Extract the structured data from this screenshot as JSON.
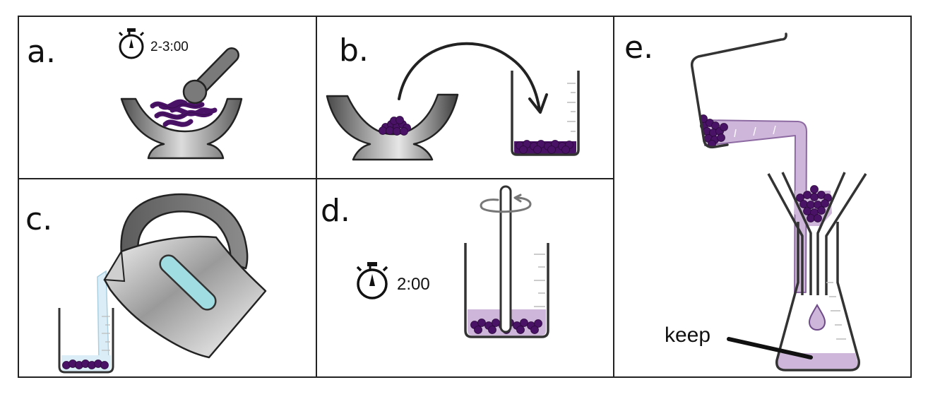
{
  "panels": {
    "a": {
      "letter": "a.",
      "timer_text": "2-3:00",
      "icons": [
        "stopwatch-icon",
        "mortar-icon",
        "pestle-icon",
        "tissue-strands"
      ]
    },
    "b": {
      "letter": "b.",
      "icons": [
        "mortar-icon",
        "transfer-arrow",
        "beaker-icon",
        "tissue-pellet"
      ]
    },
    "c": {
      "letter": "c.",
      "icons": [
        "kettle-icon",
        "water-stream",
        "beaker-icon"
      ]
    },
    "d": {
      "letter": "d.",
      "timer_text": "2:00",
      "icons": [
        "stopwatch-icon",
        "stir-rod",
        "rotation-arrow",
        "beaker-icon"
      ]
    },
    "e": {
      "letter": "e.",
      "keep_label": "keep",
      "icons": [
        "beaker-icon",
        "funnel-icon",
        "erlenmeyer-flask-icon",
        "droplet-icon"
      ]
    }
  },
  "colors": {
    "border": "#222222",
    "purple_dark": "#4a1266",
    "purple_light": "#cdb6d9",
    "water": "#dbeef7",
    "gray_dark": "#5a5a5a",
    "gray_light": "#e2e2e2",
    "teal_window": "#9fdde3"
  }
}
